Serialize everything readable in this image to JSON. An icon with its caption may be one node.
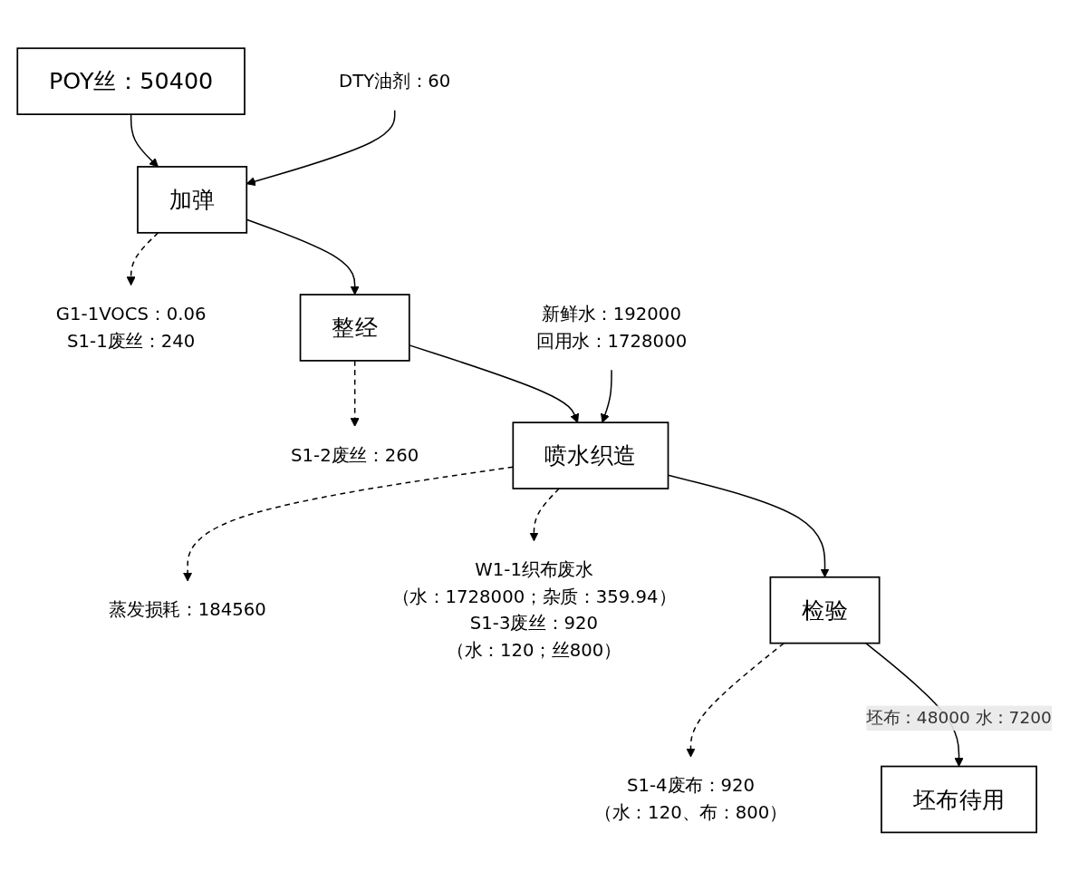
{
  "diagram": {
    "nodes": [
      {
        "text": [
          "POY丝：50400"
        ]
      },
      {
        "text": [
          "加弹"
        ]
      },
      {
        "text": [
          "DTY油剂：60"
        ]
      },
      {
        "text": [
          "G1-1VOCS：0.06",
          "S1-1废丝：240"
        ]
      },
      {
        "text": [
          "整经"
        ]
      },
      {
        "text": [
          "S1-2废丝：260"
        ]
      },
      {
        "text": [
          "蒸发损耗：184560"
        ]
      },
      {
        "text": [
          "新鲜水：192000",
          "回用水：1728000"
        ]
      },
      {
        "text": [
          "喷水织造"
        ]
      },
      {
        "text": [
          "W1-1织布废水",
          "（水：1728000；杂质：359.94）",
          "S1-3废丝：920",
          "（水：120；丝800）"
        ]
      },
      {
        "text": [
          "检验"
        ]
      },
      {
        "text": [
          "S1-4废布：920",
          "（水：120、布：800）"
        ]
      },
      {
        "text": [
          "坯布待用"
        ]
      }
    ],
    "edges": [
      {
        "from": 0,
        "to": 1,
        "arrow": "to"
      },
      {
        "from": 2,
        "to": 1,
        "arrow": "to"
      },
      {
        "from": 1,
        "to": 3,
        "arrow": "to",
        "style": "dashed"
      },
      {
        "from": 1,
        "to": 4,
        "arrow": "to"
      },
      {
        "from": 4,
        "to": 5,
        "arrow": "to",
        "style": "dashed"
      },
      {
        "from": 4,
        "to": 8,
        "arrow": "to"
      },
      {
        "from": 8,
        "to": 6,
        "arrow": "to",
        "style": "dashed"
      },
      {
        "from": 7,
        "to": 8,
        "arrow": "to"
      },
      {
        "from": 8,
        "to": 9,
        "arrow": "to",
        "style": "dashed"
      },
      {
        "from": 8,
        "to": 10,
        "arrow": "to"
      },
      {
        "from": 10,
        "to": 11,
        "arrow": "to",
        "style": "dashed"
      },
      {
        "from": 10,
        "to": 12,
        "arrow": "to",
        "label": "坯布：48000 水：7200"
      }
    ]
  }
}
